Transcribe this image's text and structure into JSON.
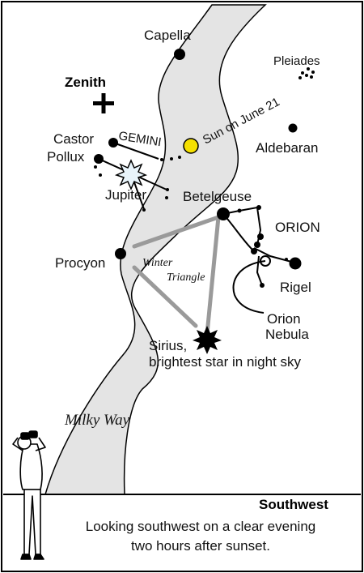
{
  "labels": {
    "capella": "Capella",
    "pleiades": "Pleiades",
    "zenith": "Zenith",
    "castor": "Castor",
    "pollux": "Pollux",
    "gemini": "GEMINI",
    "sun": "Sun on June 21",
    "aldebaran": "Aldebaran",
    "jupiter": "Jupiter",
    "betelgeuse": "Betelgeuse",
    "orion": "ORION",
    "procyon": "Procyon",
    "winter": "Winter",
    "triangle": "Triangle",
    "rigel": "Rigel",
    "orion_nebula_1": "Orion",
    "orion_nebula_2": "Nebula",
    "sirius_1": "Sirius,",
    "sirius_2": "brightest star in night sky",
    "milky_way": "Milky Way",
    "southwest": "Southwest",
    "caption_1": "Looking southwest on a clear evening",
    "caption_2": "two hours after sunset."
  },
  "colors": {
    "milky_way": "#e4e4e4",
    "sun": "#f5e000",
    "triangle": "#9a9a9a",
    "jupiter": "#e8f4fb",
    "ink": "#000000"
  }
}
